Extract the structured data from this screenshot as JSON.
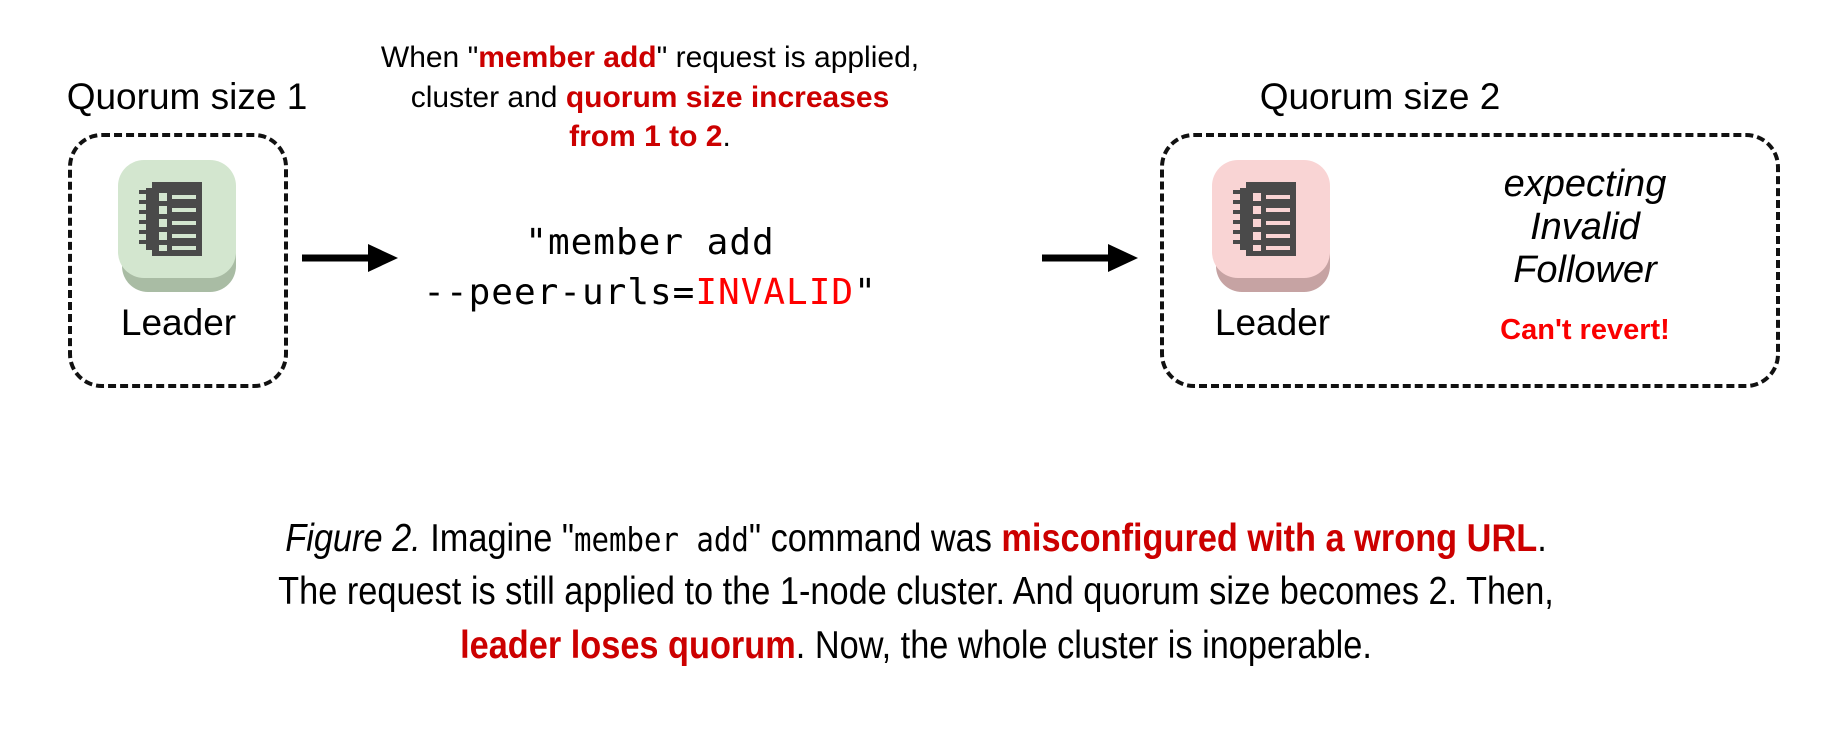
{
  "figure": {
    "colors": {
      "red_emphasis": "#cc0000",
      "bright_red": "#ff0000",
      "green_tile": "#d3e6cf",
      "green_tile_shadow": "#a9bca4",
      "pink_tile": "#f9d4d4",
      "pink_tile_shadow": "#c6a3a3",
      "icon_body": "#4a4a4a",
      "box_border": "#111111",
      "background": "#ffffff"
    }
  },
  "left_cluster": {
    "label": "Quorum size 1",
    "node": {
      "caption": "Leader",
      "icon": "server-log-icon",
      "tile_color": "green"
    }
  },
  "right_cluster": {
    "label": "Quorum size 2",
    "node": {
      "caption": "Leader",
      "icon": "server-log-icon",
      "tile_color": "pink"
    },
    "status": {
      "line1": "expecting",
      "line2": "Invalid",
      "line3": "Follower",
      "warning": "Can't revert!"
    }
  },
  "annotation": {
    "line1_a": "When \"",
    "line1_b": "member add",
    "line1_c": "\" request is applied,",
    "line2_a": "cluster and ",
    "line2_b": "quorum size increases",
    "line3_a": "from 1 to 2",
    "line3_b": "."
  },
  "command": {
    "line1": "\"member add",
    "line2_prefix": "--peer-urls=",
    "line2_invalid": "INVALID",
    "line2_suffix": "\""
  },
  "arrows": {
    "arrow1": "arrow-right",
    "arrow2": "arrow-right"
  },
  "caption": {
    "fig_num": "Figure 2.",
    "l1_a": " Imagine \"",
    "l1_mono": "member add",
    "l1_b": "\" command was ",
    "l1_hl": "misconfigured with a wrong URL",
    "l1_c": ".",
    "l2": "The request is still applied to the 1-node cluster. And quorum size becomes 2. Then,",
    "l3_hl": "leader loses quorum",
    "l3_a": ". Now, the whole cluster is inoperable."
  }
}
